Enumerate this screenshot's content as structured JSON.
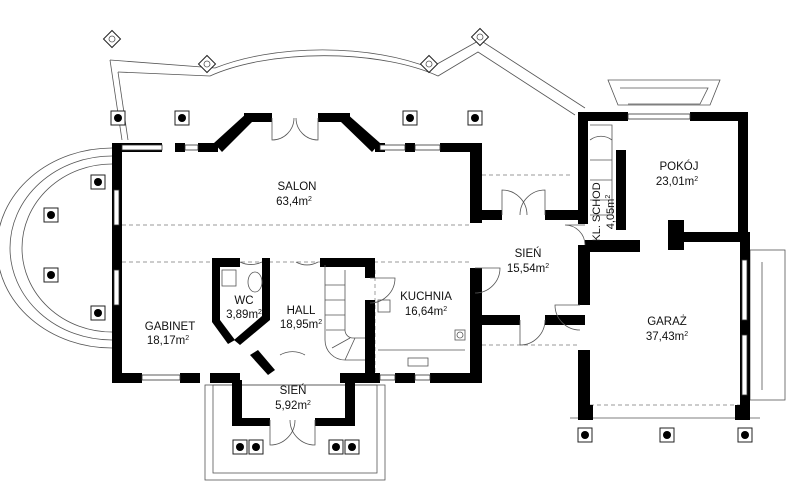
{
  "rooms": [
    {
      "id": "salon",
      "name": "SALON",
      "area": "63,4m",
      "unit_sup": "2"
    },
    {
      "id": "pokoj",
      "name": "POKÓJ",
      "area": "23,01m",
      "unit_sup": "2"
    },
    {
      "id": "kl-schod",
      "name": "KL. SCHOD",
      "area": "4,05m",
      "unit_sup": "2"
    },
    {
      "id": "sien-mid",
      "name": "SIEŃ",
      "area": "15,54m",
      "unit_sup": "2"
    },
    {
      "id": "wc",
      "name": "WC",
      "area": "3,89m",
      "unit_sup": "2"
    },
    {
      "id": "hall",
      "name": "HALL",
      "area": "18,95m",
      "unit_sup": "2"
    },
    {
      "id": "kuchnia",
      "name": "KUCHNIA",
      "area": "16,64m",
      "unit_sup": "2"
    },
    {
      "id": "gabinet",
      "name": "GABINET",
      "area": "18,17m",
      "unit_sup": "2"
    },
    {
      "id": "garaz",
      "name": "GARAŻ",
      "area": "37,43m",
      "unit_sup": "2"
    },
    {
      "id": "sien-front",
      "name": "SIEŃ",
      "area": "5,92m",
      "unit_sup": "2"
    }
  ]
}
